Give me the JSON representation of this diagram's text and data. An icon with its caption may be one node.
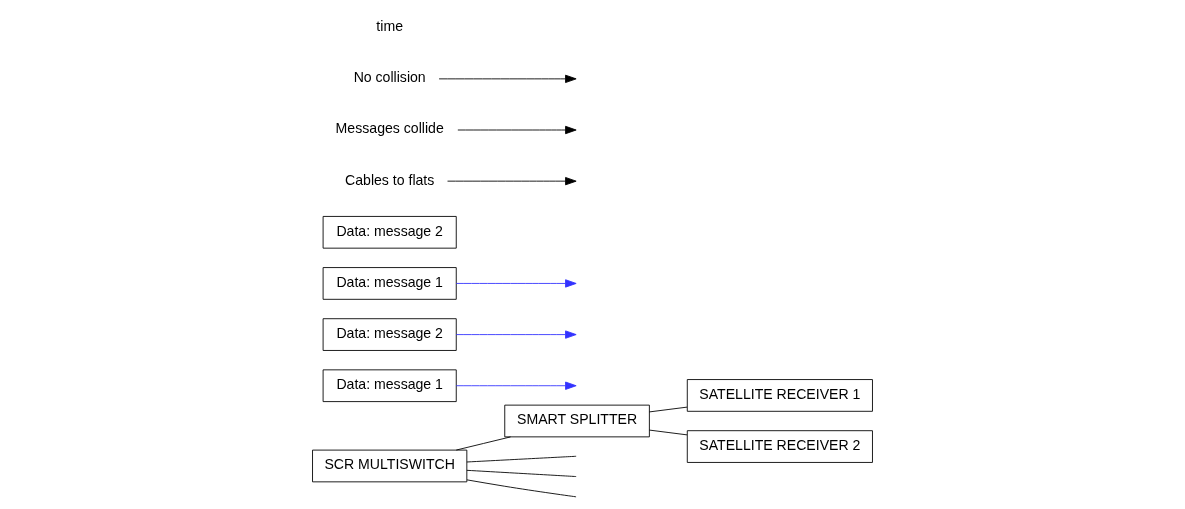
{
  "diagram": {
    "nodes": [
      {
        "text": [
          "SCR MULTISWITCH"
        ]
      },
      {
        "text": [
          "SMART SPLITTER"
        ]
      },
      {
        "text": [
          "SATELLITE RECEIVER 1"
        ]
      },
      {
        "text": [
          "SATELLITE RECEIVER 2"
        ]
      },
      {
        "text": [
          "Data: message 1"
        ]
      },
      {
        "text": [
          "Data: message 2"
        ]
      },
      {
        "text": [
          "Data: message 1"
        ]
      },
      {
        "text": [
          "Data: message 2"
        ]
      },
      {
        "text": [
          "Cables to flats"
        ]
      },
      {
        "text": [
          "Messages collide"
        ]
      },
      {
        "text": [
          "No collision"
        ]
      }
    ],
    "edges": [
      {
        "from": 0,
        "to": 1,
        "arrow": "none"
      },
      {
        "from": 1,
        "to": 2,
        "arrow": "none"
      },
      {
        "from": 1,
        "to": 3,
        "arrow": "none"
      },
      {
        "from": 0,
        "to": null,
        "arrow": "none"
      },
      {
        "from": 0,
        "to": null,
        "arrow": "none"
      },
      {
        "from": 0,
        "to": null,
        "arrow": "none"
      },
      {
        "from": 6,
        "to": null,
        "arrow": "to",
        "color": "#3333ff"
      },
      {
        "from": 4,
        "to": null,
        "arrow": "to",
        "color": "#3333ff"
      },
      {
        "from": 5,
        "to": null,
        "arrow": "to",
        "color": "#3333ff"
      },
      {
        "from": 8,
        "to": null,
        "arrow": "to"
      },
      {
        "from": 9,
        "to": null,
        "arrow": "to"
      },
      {
        "from": 10,
        "to": null,
        "arrow": "to"
      }
    ],
    "labels": [
      "time"
    ]
  }
}
